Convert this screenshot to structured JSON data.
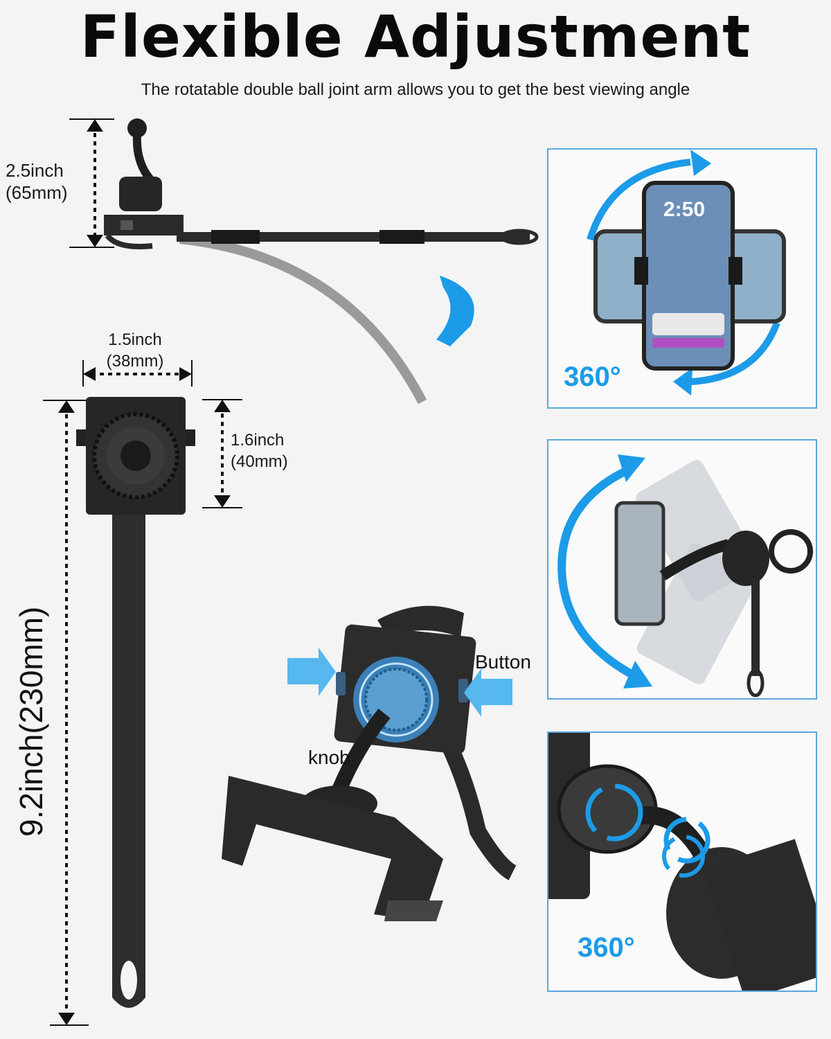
{
  "header": {
    "title": "Flexible Adjustment",
    "subtitle": "The rotatable double ball joint arm allows you to get the best viewing angle"
  },
  "dimensions": {
    "arm_height": {
      "inch": "2.5inch",
      "mm": "(65mm)"
    },
    "base_width": {
      "inch": "1.5inch",
      "mm": "(38mm)"
    },
    "base_height": {
      "inch": "1.6inch",
      "mm": "(40mm)"
    },
    "strap_length": "9.2inch(230mm)"
  },
  "panels": {
    "rotation_degree": "360°",
    "joint_degree": "360°",
    "phone_time": "2:50"
  },
  "callouts": {
    "button": "Button",
    "knob": "knob"
  },
  "colors": {
    "accent_blue": "#1c9be8",
    "panel_border": "#5aa9dd",
    "product_black": "#222222"
  }
}
